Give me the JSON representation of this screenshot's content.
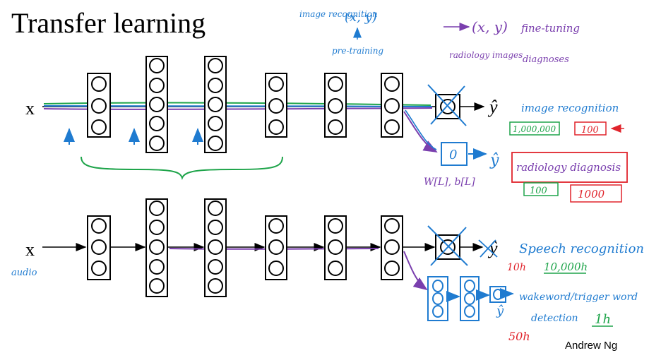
{
  "title": "Transfer learning",
  "credit": "Andrew Ng",
  "net1": {
    "input_label": "x",
    "output_label": "ŷ",
    "new_output_label": "ŷ",
    "new_output_node": "0",
    "weights_label": "W[L], b[L]"
  },
  "net2": {
    "input_label": "x",
    "input_note": "audio",
    "output_label": "ŷ",
    "new_output_label": "ŷ"
  },
  "notes": {
    "pretrain_task": "image recognition",
    "pretrain_xy": "(x, y)",
    "pretraining": "pre-training",
    "finetune_xy": "(x, y)",
    "finetuning": "fine-tuning",
    "radiology_images": "radiology images",
    "diagnoses": "diagnoses",
    "image_recognition": "image recognition",
    "image_count": "1,000,000",
    "image_count_small": "100",
    "radiology_diagnosis": "radiology diagnosis",
    "radiology_count": "100",
    "radiology_count_large": "1000",
    "speech_recognition": "Speech recognition",
    "speech_small": "10h",
    "speech_hours": "10,000h",
    "wakeword": "wakeword/trigger word",
    "detection": "detection",
    "wakeword_hours": "1h",
    "wakeword_small": "50h"
  },
  "colors": {
    "blue": "#1f7bd0",
    "green": "#1ea44a",
    "purple": "#7a3fae",
    "red": "#e0242c"
  }
}
